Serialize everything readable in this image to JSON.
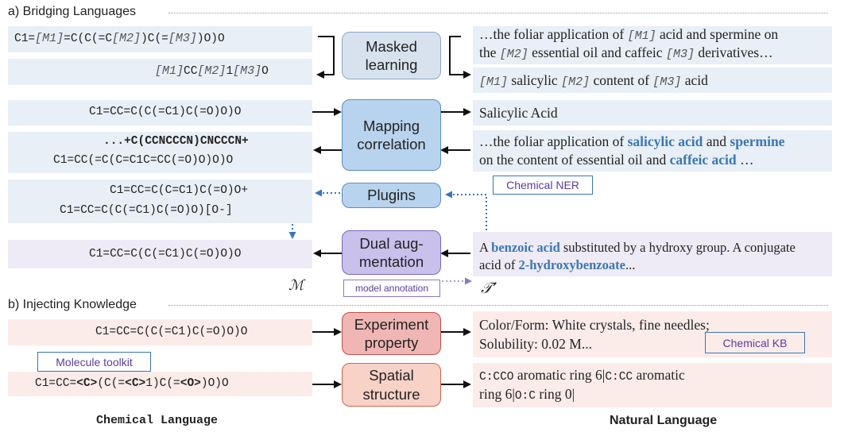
{
  "sections": {
    "a_title": "a) Bridging Languages",
    "b_title": "b) Injecting Knowledge"
  },
  "boxes": {
    "masked": "Masked learning",
    "mapping": "Mapping correlation",
    "plugins": "Plugins",
    "dual": "Dual aug-mentation",
    "experiment": "Experiment property",
    "spatial": "Spatial structure"
  },
  "tags": {
    "chemical_ner": "Chemical NER",
    "model_annotation": "model annotation",
    "molecule_toolkit": "Molecule toolkit",
    "chemical_kb": "Chemical KB"
  },
  "symbols": {
    "m_symbol": "ℳ",
    "t_symbol": "𝒯’"
  },
  "left": {
    "r1": {
      "a": "C1=",
      "m1": "[M1]",
      "b": "=C(C(=C",
      "m2": "[M2]",
      "c": ")C(=",
      "m3": "[M3]",
      "d": ")O)O"
    },
    "r2": {
      "m1": "[M1]",
      "a": "CC",
      "m2": "[M2]",
      "b": "1",
      "m3": "[M3]",
      "c": "O"
    },
    "r3": "C1=CC=C(C(=C1)C(=O)O)O",
    "r4a": "...+C(CCNCCCN)CNCCCN+",
    "r4b": "C1=CC(=C(C=C1C=CC(=O)O)O)O",
    "r5a": "C1=CC=C(C=C1)C(=O)O+",
    "r5b": "C1=CC=C(C(=C1)C(=O)O)[O-]",
    "r6": "C1=CC=C(C(=C1)C(=O)O)O",
    "r7": "C1=CC=C(C(=C1)C(=O)O)O",
    "r8": {
      "a": "C1=CC=",
      "t1": "<C>",
      "b": "(C(=",
      "t2": "<C>",
      "c": "1)C(=",
      "t3": "<O>",
      "d": ")O)O"
    }
  },
  "right": {
    "r1": {
      "a": "…the foliar application of ",
      "m1": "[M1]",
      "b": " acid and spermine on"
    },
    "r2": {
      "a": "the ",
      "m2": "[M2]",
      "b": " essential oil and caffeic ",
      "m3": "[M3]",
      "c": " derivatives…"
    },
    "r3": {
      "m1": "[M1]",
      "a": " salicylic ",
      "m2": "[M2]",
      "b": " content of ",
      "m3": "[M3]",
      "c": " acid"
    },
    "r4": "Salicylic Acid",
    "r5": {
      "a": "…the foliar application of ",
      "h1": "salicylic acid",
      "b": " and ",
      "h2": "spermine"
    },
    "r6": {
      "a": "on the content of essential oil and ",
      "h3": "caffeic acid",
      "b": " …"
    },
    "r7": {
      "a": "A ",
      "h1": "benzoic acid",
      "b": " substituted by a hydroxy group. A conjugate"
    },
    "r8": {
      "a": "acid of ",
      "h2": "2-hydroxybenzoate",
      "b": "..."
    },
    "r9": "Color/Form: White crystals, fine needles;",
    "r10": "Solubility: 0.02 M...",
    "r11": {
      "m1": "C:CCO",
      "a": " aromatic ring 6|",
      "m2": "C:CC",
      "b": " aromatic"
    },
    "r12": {
      "a": "ring 6|",
      "m1": "O:C",
      "b": " ring 0|"
    }
  },
  "footer": {
    "left": "Chemical Language",
    "right": "Natural Language"
  },
  "colors": {
    "band_blue": "#e8eff6",
    "band_lavender": "#eeebf6",
    "band_pink": "#fbecea",
    "highlight": "#3a76b4",
    "box_blue": "#b8d3ed",
    "box_purple": "#c9c0ec",
    "box_red": "#efb6b4",
    "box_salmon": "#f8d2c7"
  }
}
